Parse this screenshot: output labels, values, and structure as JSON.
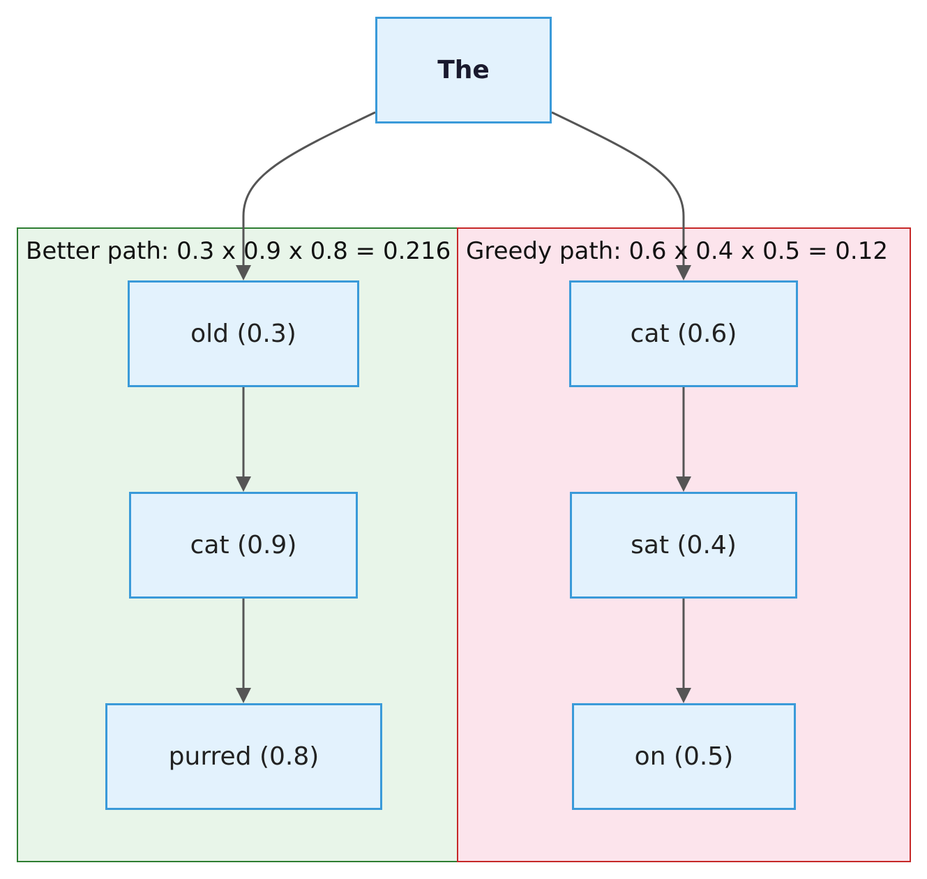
{
  "diagram": {
    "root": {
      "label": "The"
    },
    "groups": [
      {
        "id": "better",
        "label": "Better path: 0.3 x 0.9 x 0.8 = 0.216",
        "color": "#2e7d32",
        "fill": "#e8f5e9",
        "nodes": [
          {
            "label": "old (0.3)"
          },
          {
            "label": "cat (0.9)"
          },
          {
            "label": "purred (0.8)"
          }
        ]
      },
      {
        "id": "greedy",
        "label": "Greedy path: 0.6 x 0.4 x 0.5 = 0.12",
        "color": "#c62828",
        "fill": "#fce4ec",
        "nodes": [
          {
            "label": "cat (0.6)"
          },
          {
            "label": "sat (0.4)"
          },
          {
            "label": "on (0.5)"
          }
        ]
      }
    ],
    "edges": [
      {
        "from": "The",
        "to": "old (0.3)"
      },
      {
        "from": "old (0.3)",
        "to": "cat (0.9)"
      },
      {
        "from": "cat (0.9)",
        "to": "purred (0.8)"
      },
      {
        "from": "The",
        "to": "cat (0.6)"
      },
      {
        "from": "cat (0.6)",
        "to": "sat (0.4)"
      },
      {
        "from": "sat (0.4)",
        "to": "on (0.5)"
      }
    ],
    "colors": {
      "node_fill": "#e3f2fd",
      "node_border": "#3a9ad9",
      "edge": "#555555"
    }
  }
}
